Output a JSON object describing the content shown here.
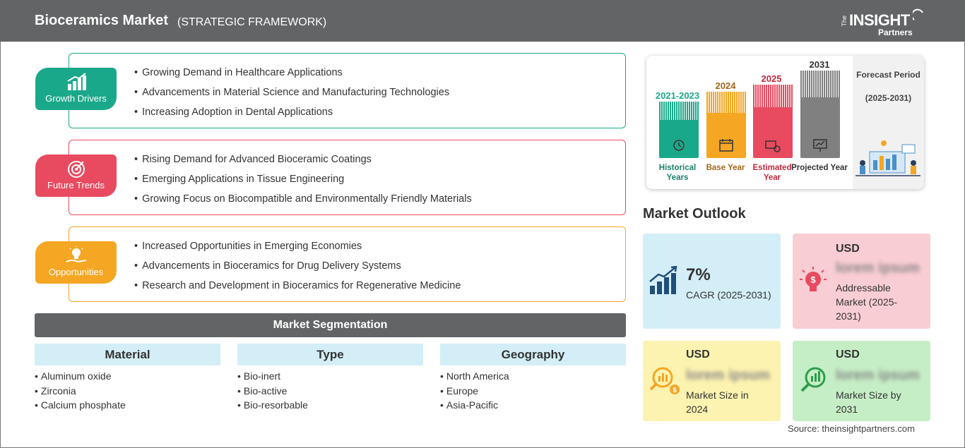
{
  "header": {
    "title": "Bioceramics Market",
    "subtitle": "(STRATEGIC FRAMEWORK)",
    "logo": {
      "the": "The",
      "insight": "INSIGHT",
      "partners": "Partners"
    }
  },
  "strategy": [
    {
      "label": "Growth Drivers",
      "icon": "growth-chart-icon",
      "color": "#1aa88a",
      "items": [
        "Growing Demand in Healthcare Applications",
        "Advancements in Material Science and Manufacturing Technologies",
        "Increasing Adoption in Dental Applications"
      ]
    },
    {
      "label": "Future Trends",
      "icon": "target-icon",
      "color": "#e84a5f",
      "items": [
        "Rising Demand for Advanced Bioceramic Coatings",
        "Emerging Applications in Tissue Engineering",
        "Growing Focus on Biocompatible and Environmentally Friendly Materials"
      ]
    },
    {
      "label": "Opportunities",
      "icon": "lightbulb-hand-icon",
      "color": "#f5a623",
      "items": [
        "Increased Opportunities in Emerging Economies",
        "Advancements in Bioceramics for Drug Delivery Systems",
        "Research and Development in Bioceramics for Regenerative Medicine"
      ]
    }
  ],
  "segmentation": {
    "title": "Market Segmentation",
    "columns": [
      {
        "head": "Material",
        "items": [
          "Aluminum oxide",
          "Zirconia",
          "Calcium phosphate"
        ]
      },
      {
        "head": "Type",
        "items": [
          "Bio-inert",
          "Bio-active",
          "Bio-resorbable"
        ]
      },
      {
        "head": "Geography",
        "items": [
          "North America",
          "Europe",
          "Asia-Pacific"
        ]
      }
    ]
  },
  "timeline": {
    "bars": [
      {
        "year": "2021-2023",
        "label": "Historical Years",
        "color": "#1aa88a",
        "icon": "history-clock-icon"
      },
      {
        "year": "2024",
        "label": "Base Year",
        "color": "#f5a623",
        "icon": "calendar-icon"
      },
      {
        "year": "2025",
        "label": "Estimated Year",
        "color": "#e84a5f",
        "icon": "estimate-chart-icon"
      },
      {
        "year": "2031",
        "label": "Projected Year",
        "color": "#808080",
        "icon": "projection-board-icon"
      }
    ],
    "forecast_title": "Forecast Period",
    "forecast_range": "(2025-2031)"
  },
  "outlook": {
    "title": "Market Outlook",
    "cagr_value": "7%",
    "cagr_label": "CAGR (2025-2031)",
    "cards": [
      {
        "usd": "USD",
        "value": "lorem ipsum",
        "desc": "Addressable Market (2025-2031)",
        "color": "#f8cdd3"
      },
      {
        "usd": "USD",
        "value": "lorem ipsum",
        "desc": "Market Size in 2024",
        "color": "#fdf3b0"
      },
      {
        "usd": "USD",
        "value": "lorem ipsum",
        "desc": "Market Size by 2031",
        "color": "#c6eec6"
      }
    ],
    "cagr_color": "#d4eef7"
  },
  "source": "Source: theinsightpartners.com"
}
